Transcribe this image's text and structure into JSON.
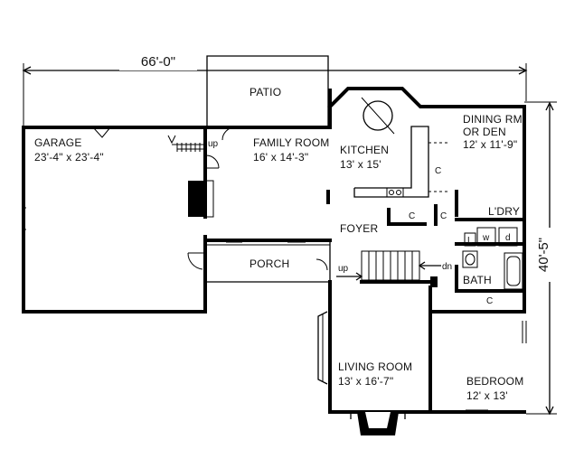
{
  "dimensions": {
    "overall_width": "66'-0\"",
    "overall_depth": "40'-5\""
  },
  "rooms": {
    "patio": {
      "name": "PATIO"
    },
    "garage": {
      "name": "GARAGE",
      "size": "23'-4\" x 23'-4\""
    },
    "family_room": {
      "name": "FAMILY ROOM",
      "size": "16' x 14'-3\""
    },
    "kitchen": {
      "name": "KITCHEN",
      "size": "13' x 15'"
    },
    "dining": {
      "name_line1": "DINING RM",
      "name_line2": "OR DEN",
      "size": "12' x 11'-9\""
    },
    "laundry": {
      "name": "L'DRY"
    },
    "foyer": {
      "name": "FOYER"
    },
    "porch": {
      "name": "PORCH"
    },
    "bath": {
      "name": "BATH"
    },
    "living_room": {
      "name": "LIVING ROOM",
      "size": "13' x 16'-7\""
    },
    "bedroom": {
      "name": "BEDROOM",
      "size": "12' x 13'"
    }
  },
  "marks": {
    "up_family": "up",
    "up_foyer": "up",
    "down_stair": "dn",
    "closet_kitchen_1": "C",
    "closet_kitchen_2": "C",
    "closet_hall": "C",
    "closet_bedroom": "C",
    "linen": "L",
    "washer": "w",
    "dryer": "d"
  }
}
